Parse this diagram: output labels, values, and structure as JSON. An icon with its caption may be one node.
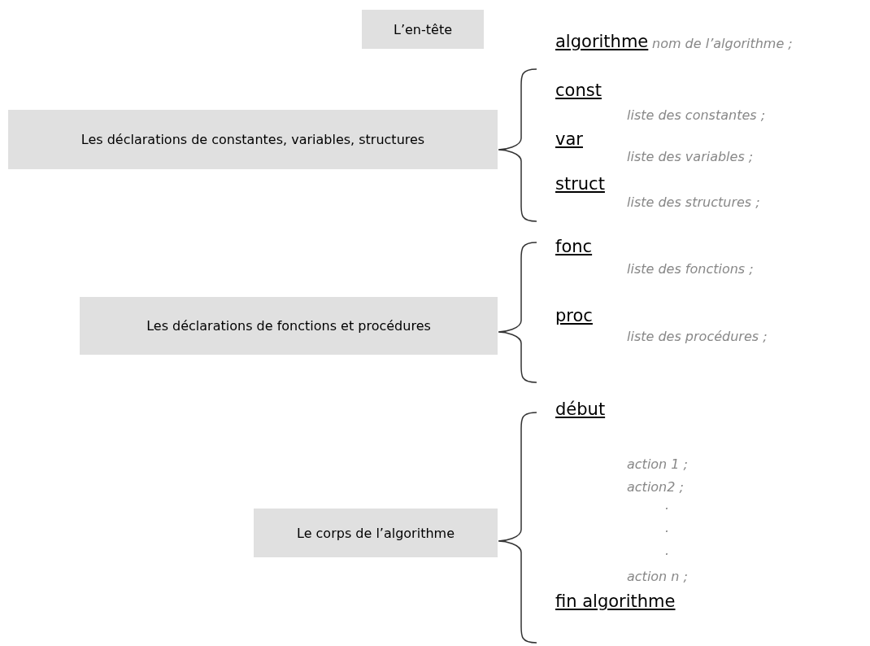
{
  "diagram": {
    "nodes": [
      {
        "text": [
          "L’en-tête"
        ]
      },
      {
        "text": [
          "Les déclarations de constantes, variables, structures"
        ]
      },
      {
        "text": [
          "Les déclarations de fonctions et procédures"
        ]
      },
      {
        "text": [
          "Le corps de l’algorithme"
        ]
      }
    ],
    "labels": [
      "algorithme",
      "nom de l’algorithme ;",
      "const",
      "liste des constantes ;",
      "var",
      "liste des variables ;",
      "struct",
      "liste des structures ;",
      "fonc",
      "liste des fonctions ;",
      "proc",
      "liste des procédures ;",
      "début",
      "action 1 ;",
      "action2 ;",
      ".",
      ".",
      ".",
      "action n ;",
      "fin algorithme"
    ]
  }
}
